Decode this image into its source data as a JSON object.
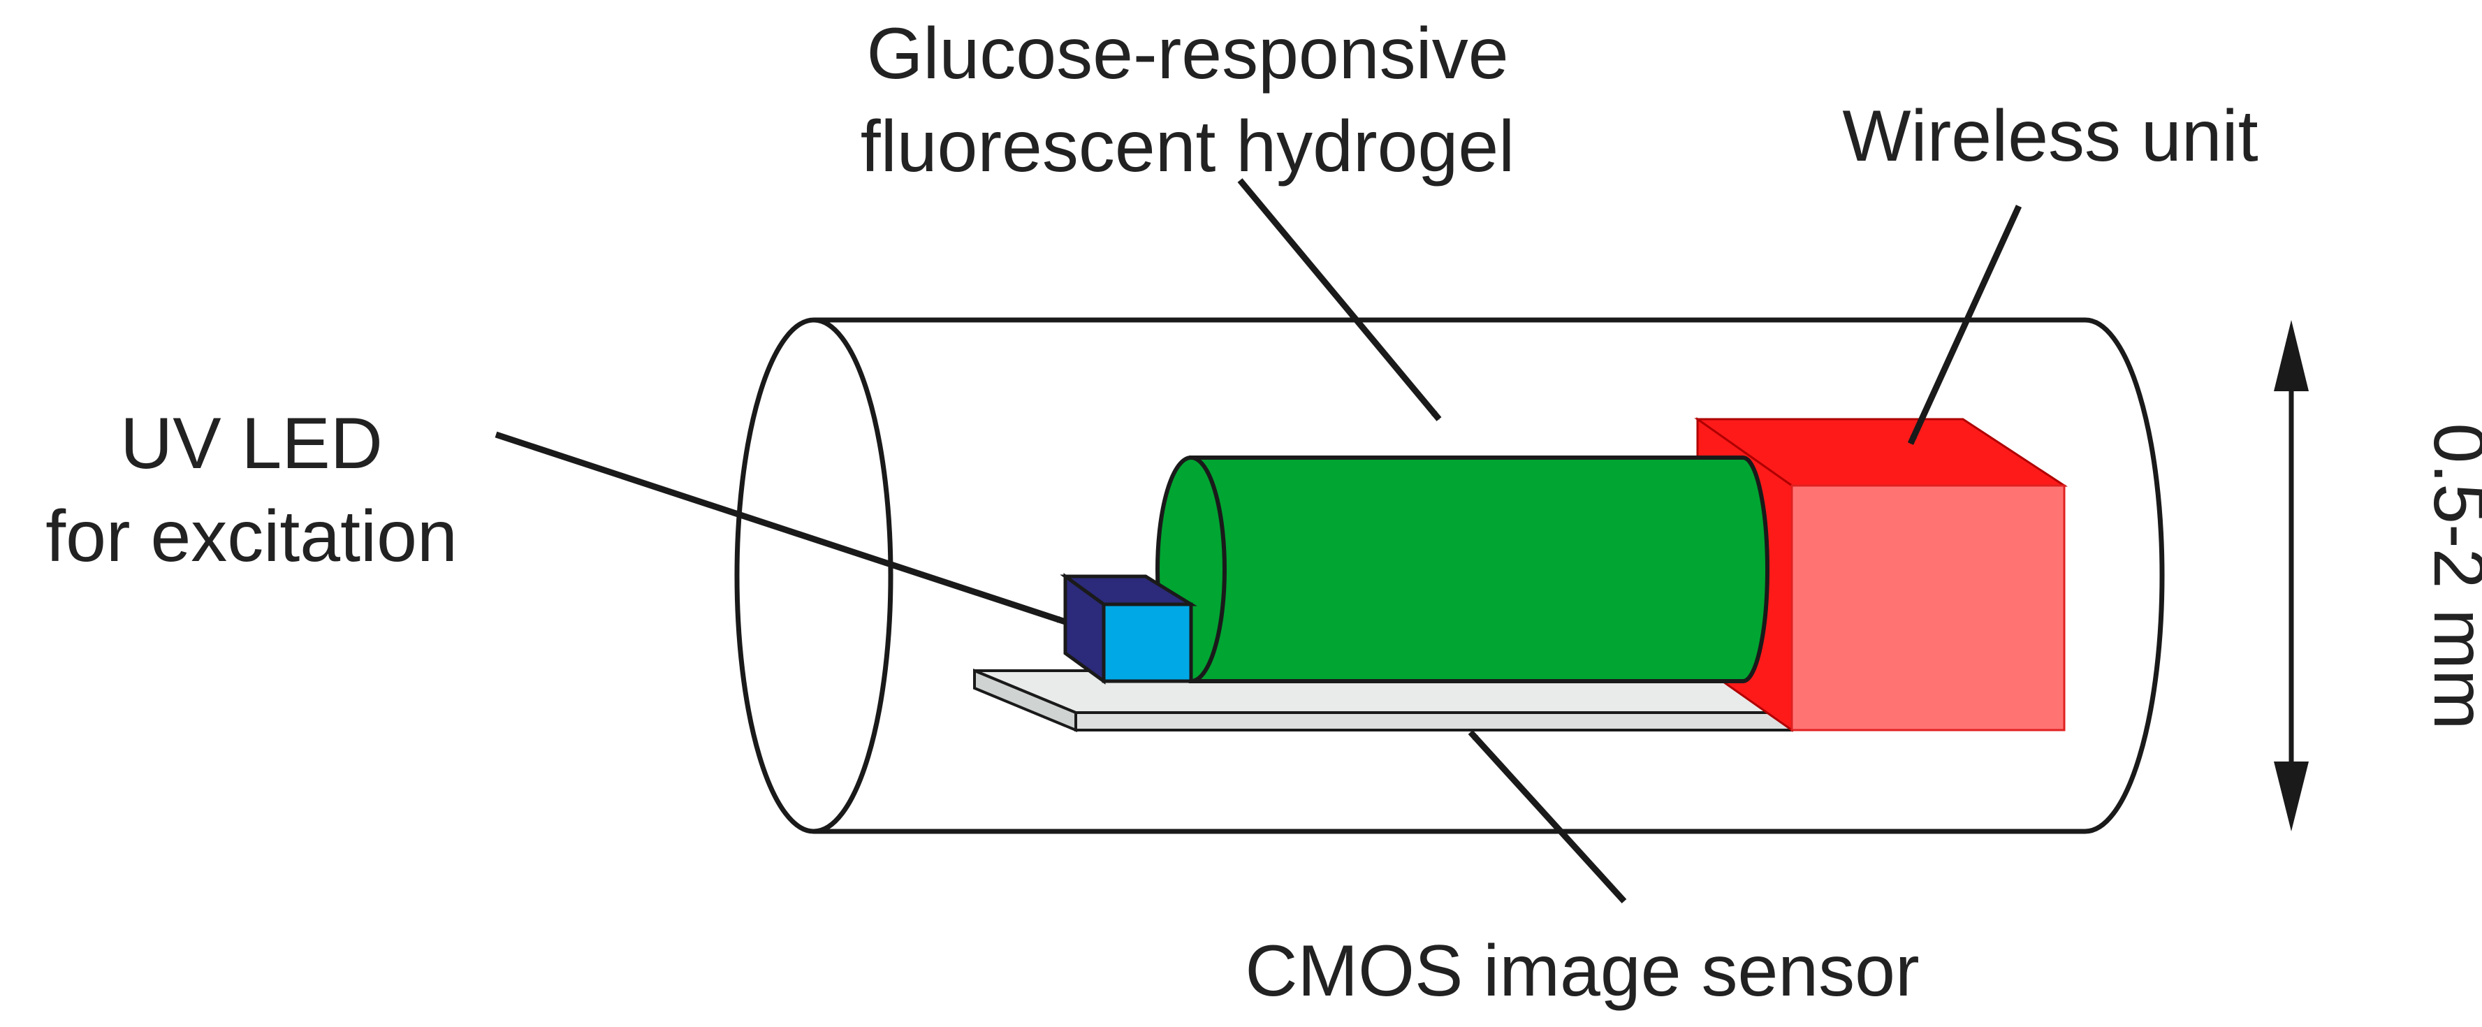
{
  "labels": {
    "hydrogel_line1": "Glucose-responsive",
    "hydrogel_line2": "fluorescent hydrogel",
    "wireless": "Wireless unit",
    "uvled_line1": "UV LED",
    "uvled_line2": "for excitation",
    "cmos": "CMOS image sensor",
    "dimension": "0.5-2 mm"
  },
  "colors": {
    "outline": "#1a1a1a",
    "hydrogel": "#00a532",
    "wireless_front": "#ff7373",
    "wireless_side": "#ff1a1a",
    "led_front": "#00a8e6",
    "led_side": "#2c2a7a",
    "sensor": "#e8ebea"
  }
}
